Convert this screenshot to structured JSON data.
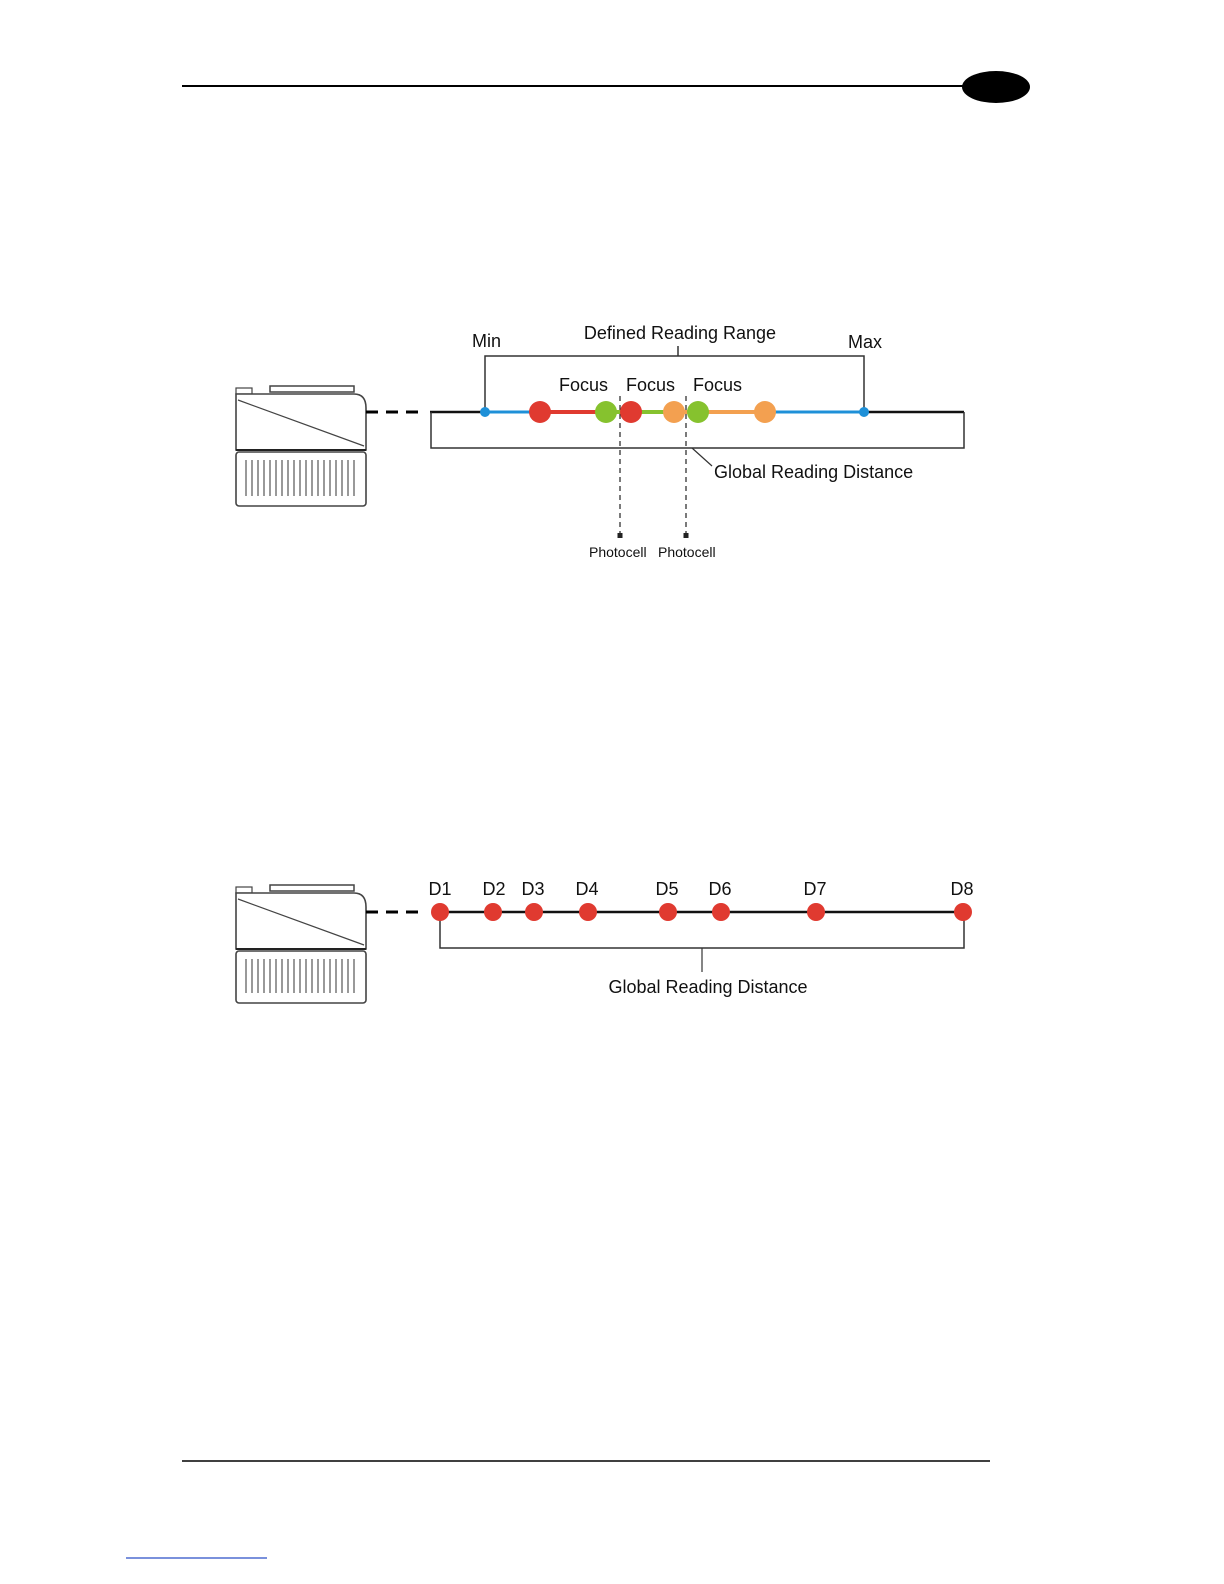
{
  "diagram_top": {
    "range_label": "Defined Reading Range",
    "min_label": "Min",
    "max_label": "Max",
    "focus_labels": [
      "Focus",
      "Focus",
      "Focus"
    ],
    "global_label": "Global Reading Distance",
    "photocell_labels": [
      "Photocell",
      "Photocell"
    ]
  },
  "diagram_bottom": {
    "distance_labels": [
      "D1",
      "D2",
      "D3",
      "D4",
      "D5",
      "D6",
      "D7",
      "D8"
    ],
    "global_label": "Global Reading Distance"
  },
  "colors": {
    "blue": "#1e90d8",
    "red": "#e03a30",
    "green": "#86c22e",
    "orange": "#f3a050",
    "line": "#111111"
  }
}
